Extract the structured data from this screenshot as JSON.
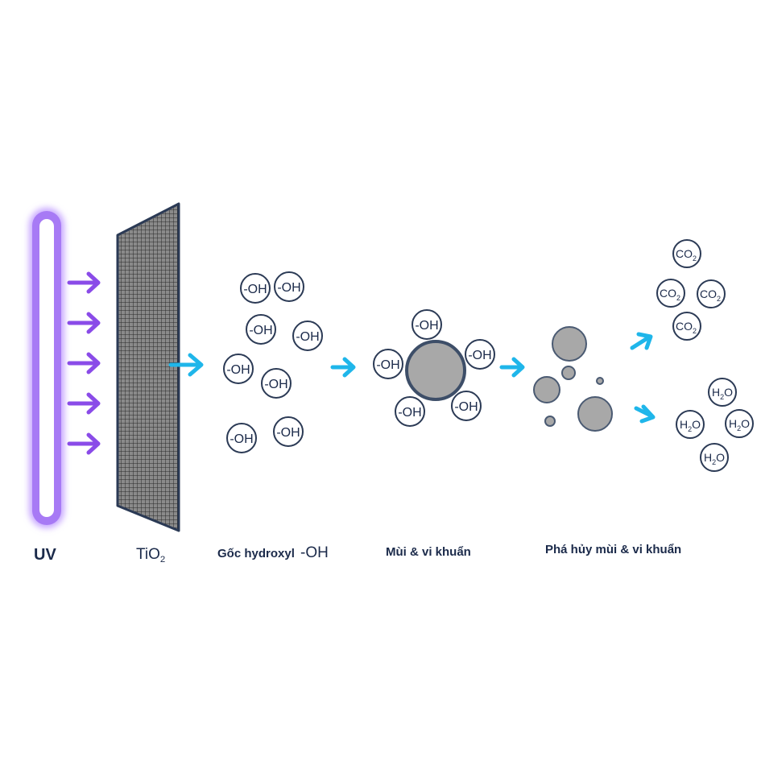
{
  "colors": {
    "uv": "#9b5cf0",
    "uv_glow": "#d9c6ff",
    "arrow_purple": "#8a4be8",
    "arrow_cyan": "#1fb6ea",
    "mesh_fill": "#7a7a7a",
    "mesh_line": "#2d2d2d",
    "frame": "#2b3a55",
    "particle": "#a7a7a7",
    "particle_stroke": "#44566e",
    "text": "#1b2a4a"
  },
  "labels": {
    "uv": "UV",
    "tio2_main": "TiO",
    "tio2_sub": "2",
    "hydroxyl_text": "Gốc hydroxyl",
    "hydroxyl_symbol": "-OH",
    "bacteria": "Mùi & vi khuẩn",
    "destroy": "Phá hủy mùi & vi khuẩn"
  },
  "molecules": {
    "oh": "-OH",
    "co2_main": "CO",
    "co2_sub": "2",
    "h2o_h": "H",
    "h2o_sub": "2",
    "h2o_o": "O"
  }
}
